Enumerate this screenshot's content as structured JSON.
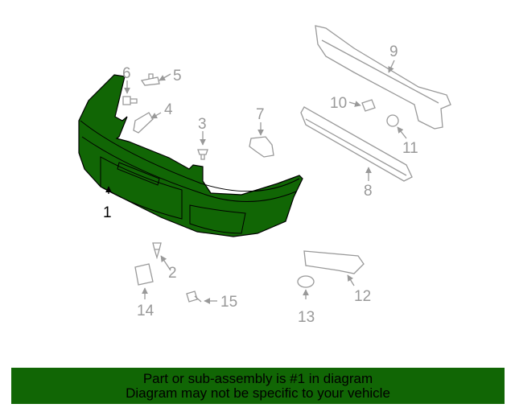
{
  "diagram": {
    "callouts": {
      "p1": "1",
      "p2": "2",
      "p3": "3",
      "p4": "4",
      "p5": "5",
      "p6": "6",
      "p7": "7",
      "p8": "8",
      "p9": "9",
      "p10": "10",
      "p11": "11",
      "p12": "12",
      "p13": "13",
      "p14": "14",
      "p15": "15"
    },
    "highlight_color": "#116605",
    "highlighted_part": "1"
  },
  "banner": {
    "line1": "Part or sub-assembly is #1 in diagram",
    "line2": "Diagram may not be specific to your vehicle",
    "background": "#116605"
  }
}
